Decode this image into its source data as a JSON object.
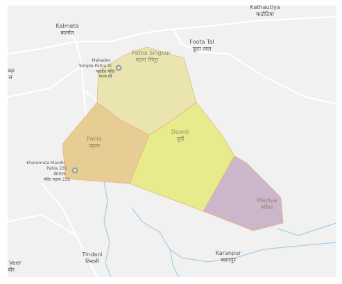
{
  "map": {
    "places": {
      "kalmeta": {
        "en": "Kalmeta",
        "hi": "कल्मेत"
      },
      "kathautiya": {
        "en": "Kathautiya",
        "hi": "कठौटिया"
      },
      "foota_tal": {
        "en": "Foota Tal",
        "hi": "फूटा ताल"
      },
      "mahadev_temple": {
        "l1": "Mahadev",
        "l2": "Temple Patna Si",
        "l3": "महादेव मंदिर",
        "l4": "पटना सी"
      },
      "kheremata_mandir": {
        "l1": "Kheremata Mandir",
        "l2": "Pahla 235",
        "l3": "खेरमाता",
        "l4": "मंदिर पहला 235"
      },
      "left_edge_top": {
        "l1": "ap",
        "l2": "स"
      },
      "tindani": {
        "en": "Tindani",
        "hi": "तिन्दनी"
      },
      "karanpur": {
        "en": "Karanpur",
        "hi": "करनपुर"
      },
      "veer": {
        "l1": "Veer",
        "l2": "वीर"
      }
    },
    "regions": [
      {
        "key": "patna_singour",
        "en": "Patna Singour",
        "hi": "पटना सिंगूर",
        "fill": "#e8e2a8"
      },
      {
        "key": "pahla",
        "en": "Pahla",
        "hi": "पहला",
        "fill": "#e6c98a"
      },
      {
        "key": "doordi",
        "en": "Doordi",
        "hi": "दूर्दी",
        "fill": "#e7ea86"
      },
      {
        "key": "madiya",
        "en": "Madiya",
        "hi": "मडिया",
        "fill": "#c9b2c8"
      }
    ],
    "colors": {
      "land": "#f1f1f1",
      "frame": "#ffffff",
      "water": "#a8cbe3",
      "road": "#ffffff",
      "border": "#e7b67a"
    }
  }
}
